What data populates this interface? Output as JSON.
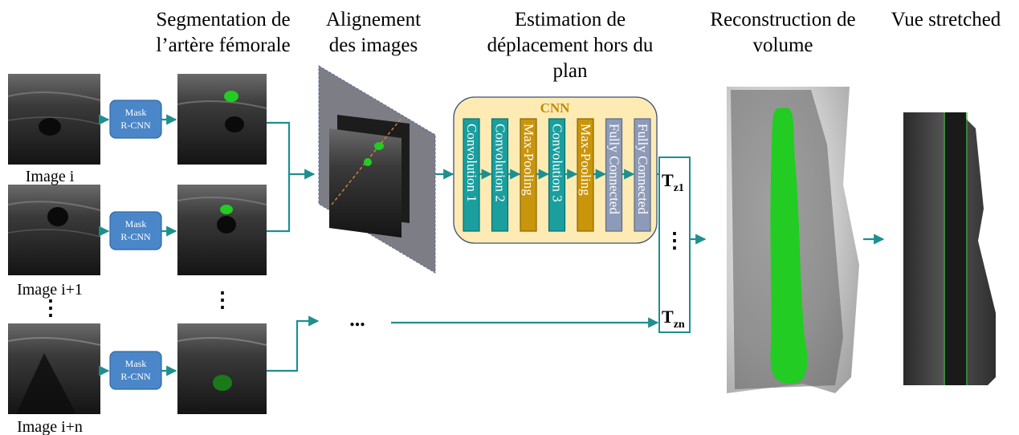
{
  "headers": {
    "segmentation": [
      "Segmentation de",
      "l’artère fémorale"
    ],
    "alignment": [
      "Alignement",
      "des images"
    ],
    "estimation": [
      "Estimation de",
      "déplacement hors du",
      "plan"
    ],
    "reconstruction": [
      "Reconstruction de",
      "volume"
    ],
    "stretched": "Vue stretched"
  },
  "image_labels": [
    "Image i",
    "Image i+1",
    "Image i+n"
  ],
  "mask_rcnn": [
    "Mask",
    "R-CNN"
  ],
  "cnn": {
    "label": "CNN",
    "layers": [
      {
        "label": "Convolution 1",
        "kind": "conv"
      },
      {
        "label": "Convolution 2",
        "kind": "conv"
      },
      {
        "label": "Max-Pooling",
        "kind": "pool"
      },
      {
        "label": "Convolution 3",
        "kind": "conv"
      },
      {
        "label": "Max-Pooling",
        "kind": "pool"
      },
      {
        "label": "Fully Connected",
        "kind": "fc"
      },
      {
        "label": "Fully Connected",
        "kind": "fc"
      }
    ]
  },
  "outputs": {
    "first": {
      "main": "T",
      "sub": "z1"
    },
    "last": {
      "main": "T",
      "sub": "zn"
    }
  },
  "ellipsis": {
    "vertical": "⋮",
    "horizontal": "..."
  },
  "colors": {
    "arrow": "#1e8f8f",
    "mask_box": "#4a86c8",
    "cnn_panel": "#fdebb3",
    "conv": "#1a9e9e",
    "pool": "#c9950a",
    "fc": "#8e9bb8",
    "segment": "#22cc22"
  }
}
